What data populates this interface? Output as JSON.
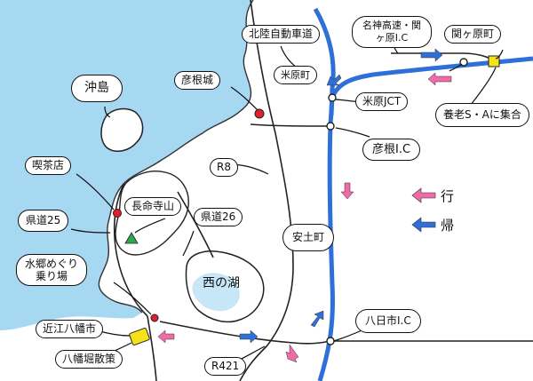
{
  "map": {
    "labels": {
      "hokuriku_expressway": "北陸自動車道",
      "meishin_maibara_ic": "名神高速・関ヶ原I.C",
      "sekigahara": "関ヶ原町",
      "maibara": "米原町",
      "hikone_castle": "彦根城",
      "okishima": "沖島",
      "cafe": "喫茶店",
      "maibara_jct": "米原JCT",
      "yoro_sa": "養老S・Aに集合",
      "hikone_ic": "彦根I.C",
      "r8": "R8",
      "nagamesan": "長命寺山",
      "kendo25": "県道25",
      "kendo26": "県道26",
      "azuchi": "安土町",
      "nishinoko": "西の湖",
      "suigo": "水郷めぐり乗り場",
      "omi_hachiman": "近江八幡市",
      "hachiman_ic": "八日市I.C",
      "hachimanbori": "八幡堀散策",
      "r421": "R421"
    },
    "legend": [
      {
        "label": "行",
        "color": "#f06ba8"
      },
      {
        "label": "帰",
        "color": "#2f6fd8"
      }
    ],
    "colors": {
      "lake": "#5fb8e8",
      "highway": "#2f6fd8",
      "road": "#222222",
      "outbound_arrow": "#f06ba8",
      "return_arrow": "#2f6fd8",
      "parking": "#f5e21a",
      "mountain": "#2ea84a",
      "poi": "#e0202c"
    }
  }
}
